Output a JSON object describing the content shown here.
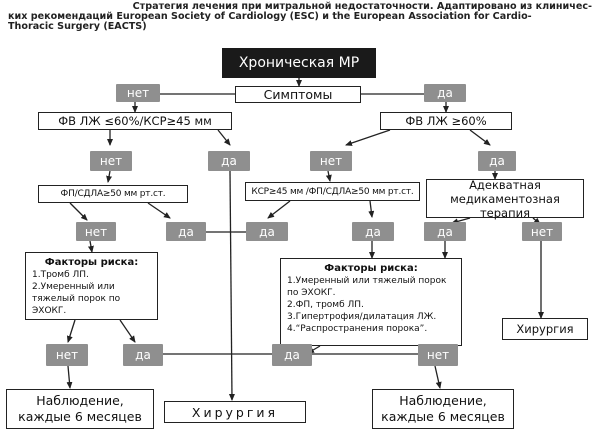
{
  "caption": {
    "line1": "Стратегия лечения при митральной недостаточности. Адаптировано из клиничес-",
    "line2": "ких рекомендаций European Society of Cardiology (ESC) и the European Association for Cardio-",
    "line3": "Thoracic Surgery (EACTS)"
  },
  "flow": {
    "root": "Хроническая МР",
    "symptoms": "Симптомы",
    "no": "нет",
    "yes": "да",
    "left_criterion": "ФВ ЛЖ ≤60%/КСР≥45 мм",
    "right_criterion": "ФВ ЛЖ ≥60%",
    "af_left": "ФП/СДЛА≥50 мм рт.ст.",
    "ksr_mid": "КСР≥45 мм /ФП/СДЛА≥50 мм рт.ст.",
    "adequate_therapy": "Адекватная медикаментозная терапия",
    "risk_left": {
      "title": "Факторы риска:",
      "items": [
        "1.Тромб ЛП.",
        "2.Умеренный или тяжелый порок по ЭХОКГ."
      ]
    },
    "risk_right": {
      "title": "Факторы риска:",
      "items": [
        "1.Умеренный или тяжелый порок по ЭХОКГ.",
        "2.ФП, тромб ЛП.",
        "3.Гипертрофия/дилатация ЛЖ.",
        "4.“Распространения порока”."
      ]
    },
    "surgery_right": "Хирургия",
    "surgery_bottom": "Хирургия",
    "observe_left": "Наблюдение, каждые 6 месяцев",
    "observe_right": "Наблюдение, каждые 6 месяцев"
  }
}
